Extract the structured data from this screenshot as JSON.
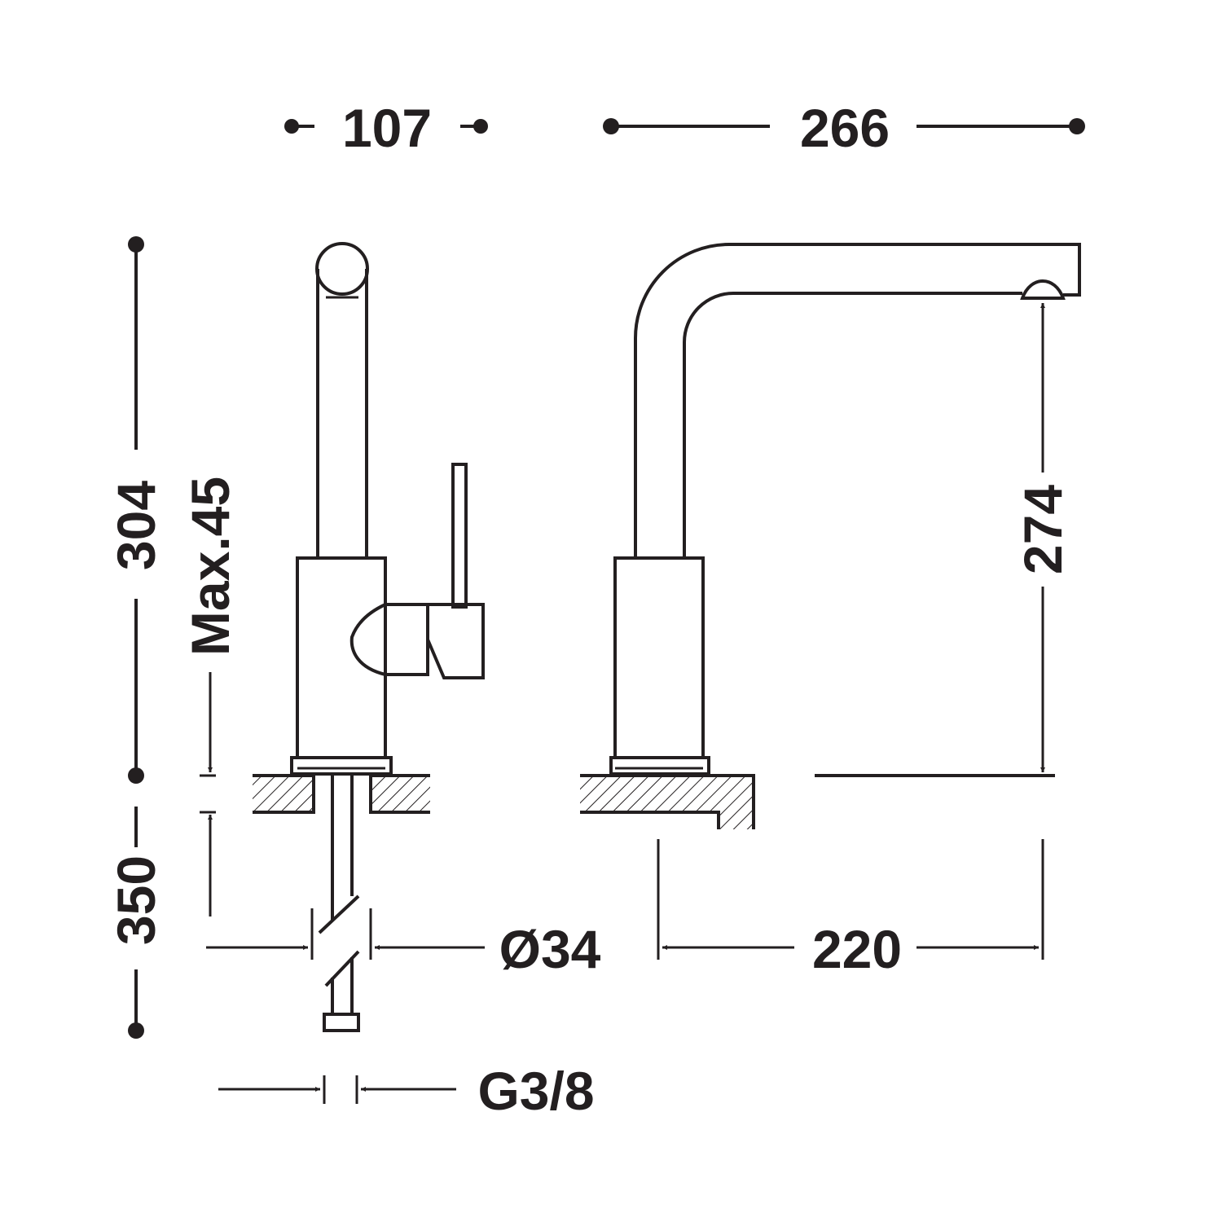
{
  "dimensions": {
    "handle_width": "107",
    "total_depth": "266",
    "total_height": "304",
    "max_deck_thickness": "Max.45",
    "hose_length": "350",
    "hole_diameter": "Ø34",
    "spout_reach": "220",
    "spout_height": "274",
    "connection": "G3/8"
  },
  "colors": {
    "line": "#231f20",
    "background": "#ffffff"
  }
}
